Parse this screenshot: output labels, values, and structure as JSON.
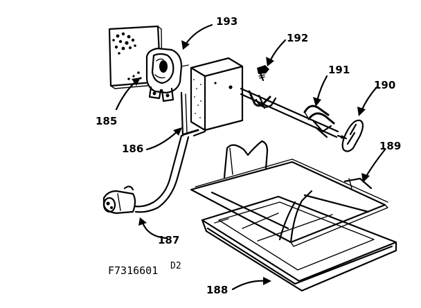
{
  "figure_code": "F7316601",
  "figure_suffix": "D2",
  "callouts": [
    {
      "id": "185",
      "label": "185"
    },
    {
      "id": "186",
      "label": "186"
    },
    {
      "id": "187",
      "label": "187"
    },
    {
      "id": "188",
      "label": "188"
    },
    {
      "id": "189",
      "label": "189"
    },
    {
      "id": "190",
      "label": "190"
    },
    {
      "id": "191",
      "label": "191"
    },
    {
      "id": "192",
      "label": "192"
    },
    {
      "id": "193",
      "label": "193"
    }
  ],
  "colors": {
    "ink": "#000000",
    "paper": "#ffffff"
  }
}
